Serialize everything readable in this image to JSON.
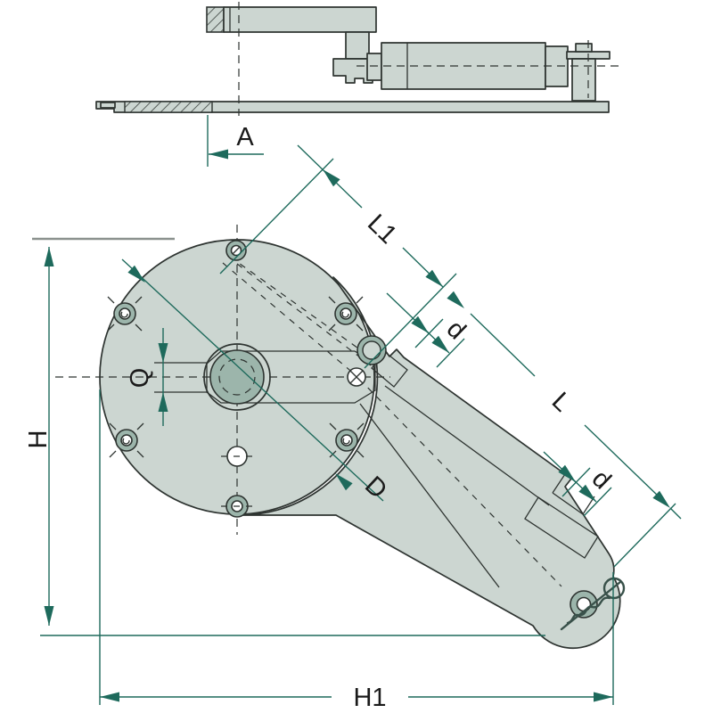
{
  "drawing": {
    "type": "technical-dimension-drawing",
    "views": [
      "side-elevation",
      "plan-view"
    ],
    "labels": {
      "offset_a": "A",
      "arm_upper_length": "L1",
      "pin_diameter_upper": "d",
      "arm_total_length": "L",
      "slot_width": "Q",
      "body_height": "H",
      "body_diameter": "D",
      "pin_diameter_lower": "d",
      "overall_span": "H1"
    },
    "colors": {
      "dimension_accent": "#1e6a5c",
      "outline": "#2e3431",
      "body_fill": "#ccd6d1",
      "detail_fill": "#9cb5ab",
      "label_text": "#1a1a1a",
      "reference_gray": "#8b918e",
      "background": "#ffffff"
    }
  }
}
